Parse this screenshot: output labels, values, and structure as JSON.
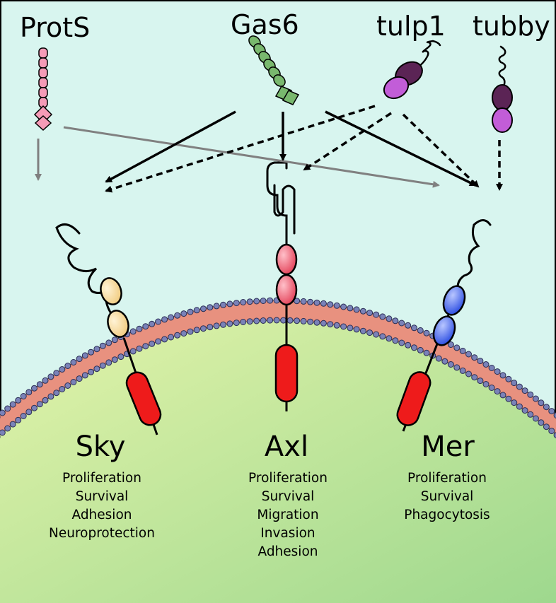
{
  "ligands": [
    {
      "id": "prots",
      "label": "ProtS"
    },
    {
      "id": "gas6",
      "label": "Gas6"
    },
    {
      "id": "tulp1",
      "label": "tulp1"
    },
    {
      "id": "tubby",
      "label": "tubby"
    }
  ],
  "receptors": [
    {
      "id": "sky",
      "label": "Sky",
      "functions": [
        "Proliferation",
        "Survival",
        "Adhesion",
        "Neuroprotection"
      ]
    },
    {
      "id": "axl",
      "label": "Axl",
      "functions": [
        "Proliferation",
        "Survival",
        "Migration",
        "Invasion",
        "Adhesion"
      ]
    },
    {
      "id": "mer",
      "label": "Mer",
      "functions": [
        "Proliferation",
        "Survival",
        "Phagocytosis"
      ]
    }
  ],
  "colors": {
    "extracellular_bg": "#d8f5ef",
    "cell_interior_light": "#e2f3a6",
    "cell_interior_dark": "#9fd98e",
    "membrane": "#e8917f",
    "lipid_head": "#7a82b8",
    "kinase": "#ee1b1b",
    "sky_domain": "#f8d89a",
    "axl_domain": "#ec5468",
    "mer_domain": "#3a5ae8",
    "prots": "#f59bb7",
    "gas6": "#79b86e",
    "tulp_dark": "#5b2455",
    "tulp_light": "#c25dd8",
    "gray_arrow": "#808080"
  }
}
